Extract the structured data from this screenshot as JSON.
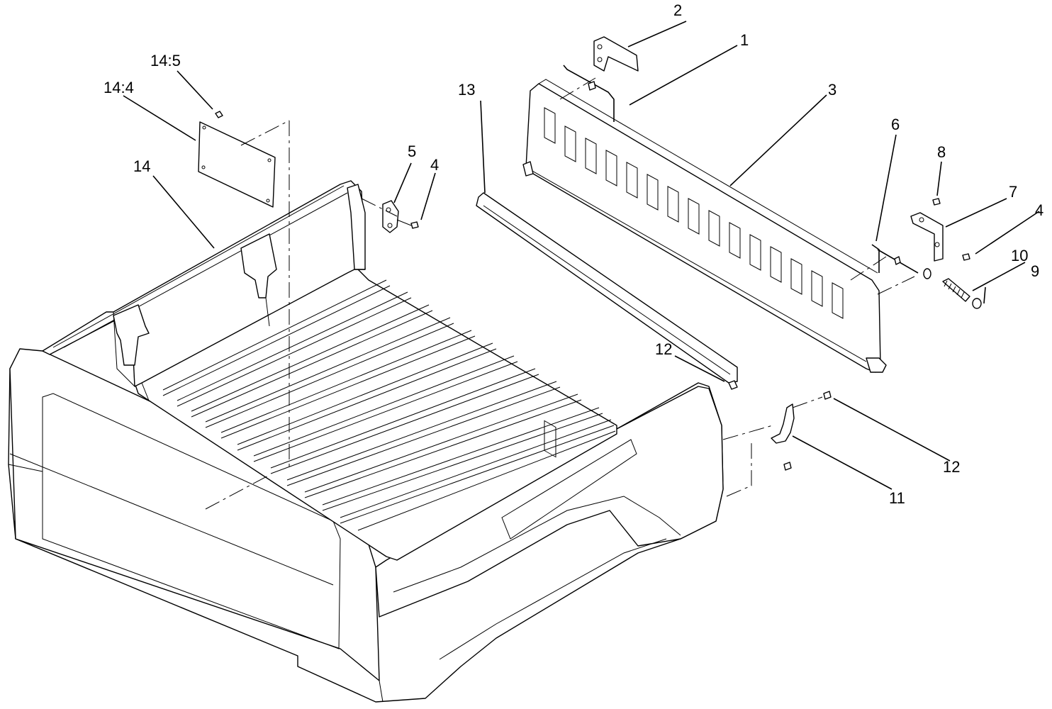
{
  "callouts": [
    {
      "id": "c1",
      "text": "1"
    },
    {
      "id": "c2",
      "text": "2"
    },
    {
      "id": "c3",
      "text": "3"
    },
    {
      "id": "c4a",
      "text": "4"
    },
    {
      "id": "c4b",
      "text": "4"
    },
    {
      "id": "c5",
      "text": "5"
    },
    {
      "id": "c6",
      "text": "6"
    },
    {
      "id": "c7",
      "text": "7"
    },
    {
      "id": "c8",
      "text": "8"
    },
    {
      "id": "c9",
      "text": "9"
    },
    {
      "id": "c10",
      "text": "10"
    },
    {
      "id": "c11",
      "text": "11"
    },
    {
      "id": "c12a",
      "text": "12"
    },
    {
      "id": "c12b",
      "text": "12"
    },
    {
      "id": "c13",
      "text": "13"
    },
    {
      "id": "c14",
      "text": "14"
    },
    {
      "id": "c144",
      "text": "14:4"
    },
    {
      "id": "c145",
      "text": "14:5"
    }
  ]
}
